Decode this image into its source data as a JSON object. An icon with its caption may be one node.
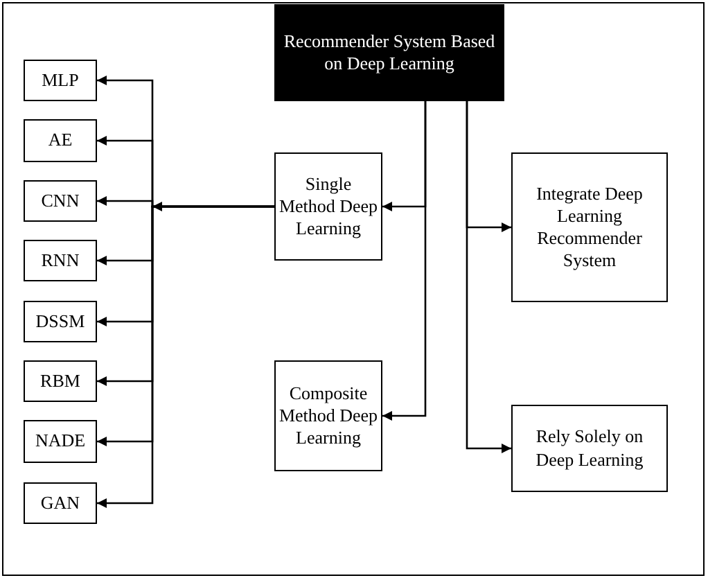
{
  "diagram": {
    "nodes": [
      {
        "text": [
          "Recommender System Based on Deep Learning"
        ]
      },
      {
        "text": [
          "Single Method Deep Learning"
        ]
      },
      {
        "text": [
          "Composite Method Deep Learning"
        ]
      },
      {
        "text": [
          "Integrate Deep Learning Recommender System"
        ]
      },
      {
        "text": [
          "Rely Solely on Deep Learning"
        ]
      },
      {
        "text": [
          "MLP"
        ]
      },
      {
        "text": [
          "AE"
        ]
      },
      {
        "text": [
          "CNN"
        ]
      },
      {
        "text": [
          "RNN"
        ]
      },
      {
        "text": [
          "DSSM"
        ]
      },
      {
        "text": [
          "RBM"
        ]
      },
      {
        "text": [
          "NADE"
        ]
      },
      {
        "text": [
          "GAN"
        ]
      }
    ],
    "edges": [
      {
        "from": 0,
        "to": 1,
        "arrow": "to"
      },
      {
        "from": 0,
        "to": 2,
        "arrow": "to"
      },
      {
        "from": 0,
        "to": 3,
        "arrow": "to"
      },
      {
        "from": 0,
        "to": 4,
        "arrow": "to"
      },
      {
        "from": 1,
        "to": 5,
        "arrow": "to"
      },
      {
        "from": 1,
        "to": 6,
        "arrow": "to"
      },
      {
        "from": 1,
        "to": 7,
        "arrow": "to"
      },
      {
        "from": 1,
        "to": 8,
        "arrow": "to"
      },
      {
        "from": 1,
        "to": 9,
        "arrow": "to"
      },
      {
        "from": 1,
        "to": 10,
        "arrow": "to"
      },
      {
        "from": 1,
        "to": 11,
        "arrow": "to"
      },
      {
        "from": 1,
        "to": 12,
        "arrow": "to"
      }
    ]
  }
}
